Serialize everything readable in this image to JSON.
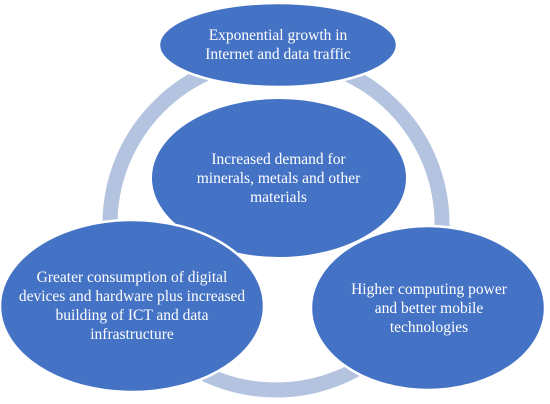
{
  "diagram": {
    "colors": {
      "node_fill": "#4472c4",
      "node_stroke": "#ffffff",
      "ring": "#b4c3e0",
      "text": "#ffffff"
    },
    "nodes": {
      "top": "Exponential growth in Internet and data traffic",
      "center": "Increased demand for minerals, metals and other materials",
      "left": "Greater consumption of digital devices and hardware plus increased building of ICT and data infrastructure",
      "right": "Higher computing power and better mobile technologies"
    }
  }
}
